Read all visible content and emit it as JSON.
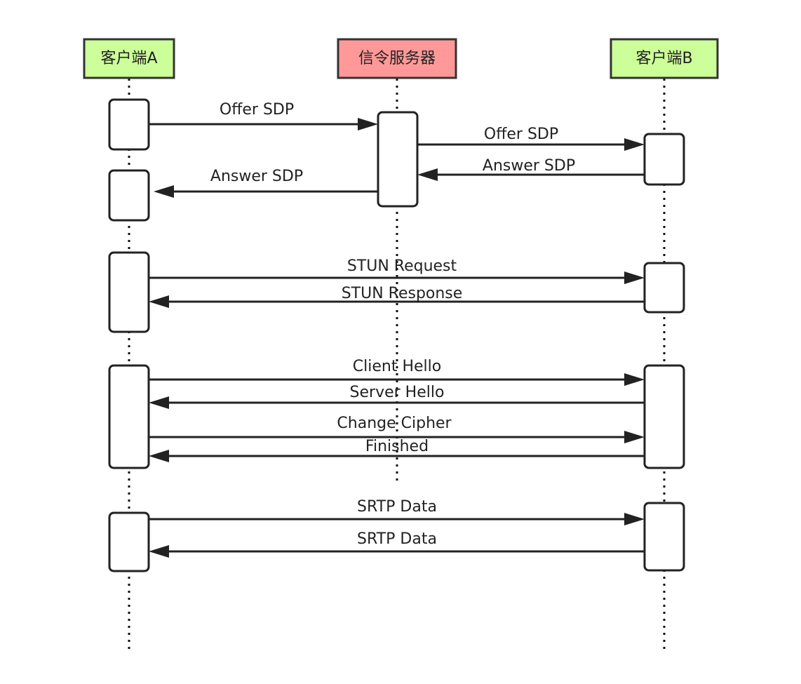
{
  "participants": [
    {
      "id": "A",
      "label": "客户端A",
      "color": "#ccff99"
    },
    {
      "id": "S",
      "label": "信令服务器",
      "color": "#ff9999"
    },
    {
      "id": "B",
      "label": "客户端B",
      "color": "#ccff99"
    }
  ],
  "messages": [
    {
      "from": "A",
      "to": "S",
      "label": "Offer SDP"
    },
    {
      "from": "S",
      "to": "B",
      "label": "Offer SDP"
    },
    {
      "from": "B",
      "to": "S",
      "label": "Answer SDP"
    },
    {
      "from": "S",
      "to": "A",
      "label": "Answer SDP"
    },
    {
      "from": "A",
      "to": "B",
      "label": "STUN Request"
    },
    {
      "from": "B",
      "to": "A",
      "label": "STUN Response"
    },
    {
      "from": "A",
      "to": "B",
      "label": "Client Hello"
    },
    {
      "from": "B",
      "to": "A",
      "label": "Server Hello"
    },
    {
      "from": "A",
      "to": "B",
      "label": "Change Cipher"
    },
    {
      "from": "B",
      "to": "A",
      "label": "Finished"
    },
    {
      "from": "A",
      "to": "B",
      "label": "SRTP Data"
    },
    {
      "from": "B",
      "to": "A",
      "label": "SRTP Data"
    }
  ]
}
